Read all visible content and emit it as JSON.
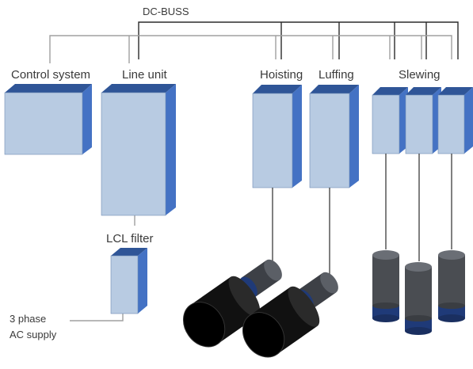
{
  "diagram": {
    "bus_label": "DC-BUSS",
    "components": {
      "control_system": "Control system",
      "line_unit": "Line unit",
      "lcl_filter": "LCL filter",
      "supply_line1": "3 phase",
      "supply_line2": "AC supply",
      "hoisting": "Hoisting",
      "luffing": "Luffing",
      "slewing": "Slewing"
    },
    "colors": {
      "cabinet_front": "#b8cbe2",
      "cabinet_top": "#2f5597",
      "cabinet_side": "#4472c4",
      "wire_dark": "#2b2b2b",
      "wire_light": "#9a9a9a",
      "motor_body": "#111111",
      "motor_gray": "#4a4d52",
      "motor_blue": "#1f3a78"
    },
    "icons": [
      "hoisting-motor-icon",
      "luffing-motor-icon",
      "slewing-motor-icon"
    ]
  }
}
